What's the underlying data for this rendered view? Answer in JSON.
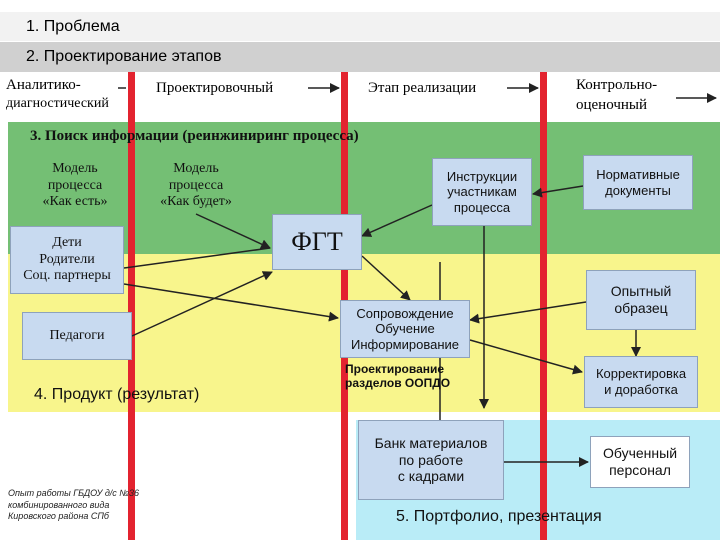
{
  "header": {
    "item1": "1. Проблема",
    "item2": "2. Проектирование этапов"
  },
  "stages": {
    "analytic_line1": "Аналитико-",
    "analytic_line2": "диагностический",
    "design": "Проектировочный",
    "implementation": "Этап реализации",
    "control_line1": "Контрольно-",
    "control_line2": "оценочный"
  },
  "section3": {
    "title": "3. Поиск информации (реинжиниринг процесса)"
  },
  "boxes": {
    "model_as_is": "Модель\nпроцесса\n«Как есть»",
    "model_to_be": "Модель\nпроцесса\n«Как будет»",
    "instructions": "Инструкции\nучастникам\nпроцесса",
    "normative": "Нормативные\nдокументы",
    "children": "Дети\nРодители\nСоц. партнеры",
    "fgt": "ФГТ",
    "pilot": "Опытный\nобразец",
    "teachers": "Педагоги",
    "support": "Сопровождение\nОбучение\nИнформирование",
    "design_sections": "Проектирование\nразделов ООПДО",
    "correction": "Корректировка\nи доработка",
    "bank": "Банк материалов\nпо работе\nс кадрами",
    "trained": "Обученный\nперсонал"
  },
  "section4": {
    "title": "4. Продукт (результат)"
  },
  "section5": {
    "title": "5. Портфолио, презентация"
  },
  "footer_note": "Опыт работы ГБДОУ д/с №36\nкомбинированного вида\nКировского района СПб",
  "colors": {
    "green_band": "#74bf74",
    "yellow_band": "#f8f58c",
    "cyan_band": "#b9ecf7",
    "divider": "#e3232f",
    "box": "#c8daf0"
  }
}
